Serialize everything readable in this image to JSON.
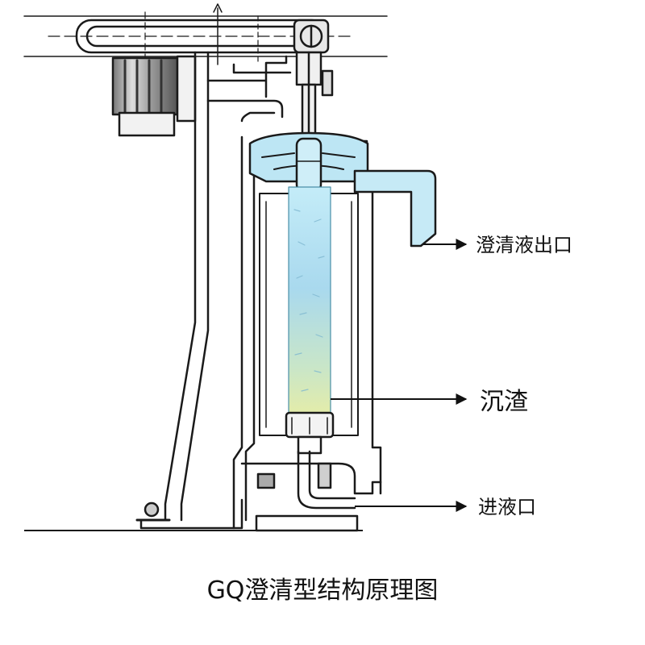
{
  "labels": {
    "clear_liquid_outlet": "澄清液出口",
    "sediment": "沉渣",
    "liquid_inlet": "进液口"
  },
  "caption": "GQ澄清型结构原理图",
  "colors": {
    "line": "#1a1a1a",
    "liquid_top": "#bfe7f5",
    "liquid_mid": "#9fd3ea",
    "liquid_bottom": "#dcecaa",
    "outlet_fill": "#c6eaf6"
  }
}
